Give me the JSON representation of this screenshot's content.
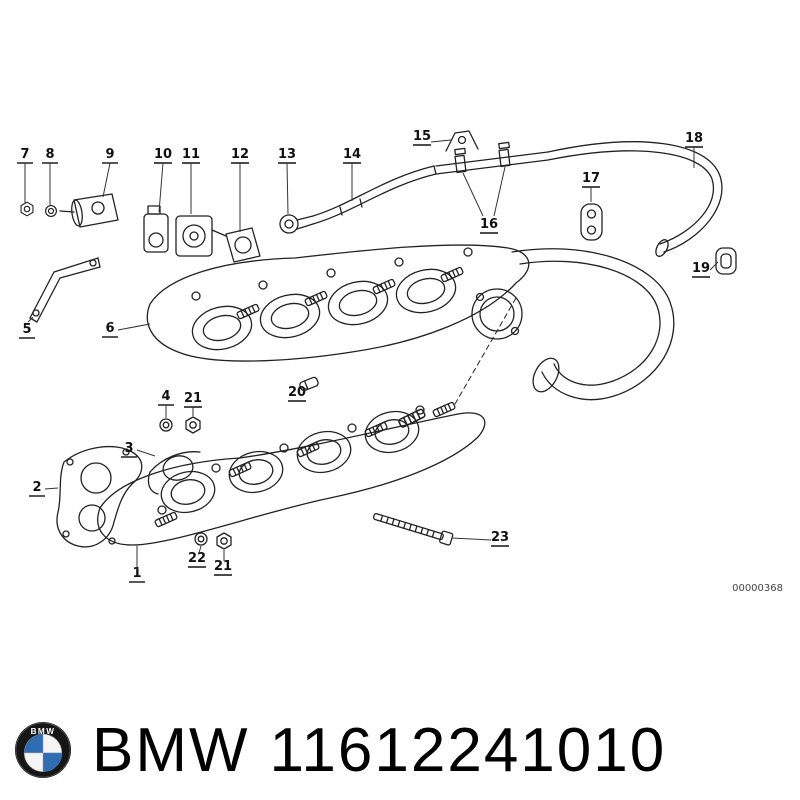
{
  "diagram": {
    "code": "00000368",
    "callouts": [
      "7",
      "8",
      "9",
      "10",
      "11",
      "12",
      "13",
      "14",
      "15",
      "16",
      "17",
      "18",
      "19",
      "5",
      "6",
      "4",
      "21",
      "20",
      "3",
      "2",
      "1",
      "22",
      "21",
      "23"
    ]
  },
  "footer": {
    "brand": "BMW",
    "part_number": "11612241010"
  },
  "colors": {
    "bmw_blue": "#2e6db4",
    "line": "#222222"
  }
}
